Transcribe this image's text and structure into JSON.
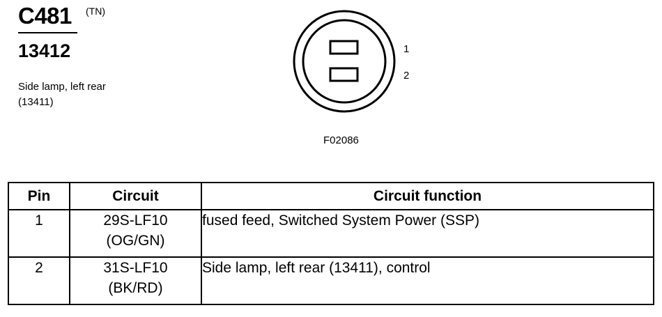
{
  "connector": {
    "id": "C481",
    "color_code": "(TN)",
    "part_number": "13412",
    "description_line1": "Side lamp, left rear",
    "description_line2": "(13411)",
    "figure_id": "F02086",
    "pin_labels": [
      "1",
      "2"
    ]
  },
  "table": {
    "headers": {
      "pin": "Pin",
      "circuit": "Circuit",
      "function": "Circuit function"
    },
    "rows": [
      {
        "pin": "1",
        "circuit": "29S-LF10",
        "wire_color": "(OG/GN)",
        "function": "fused feed, Switched System Power (SSP)"
      },
      {
        "pin": "2",
        "circuit": "31S-LF10",
        "wire_color": "(BK/RD)",
        "function": "Side lamp, left rear (13411), control"
      }
    ]
  }
}
